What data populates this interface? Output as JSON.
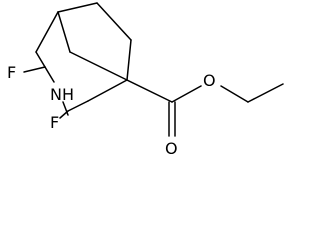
{
  "molecule": {
    "atoms": {
      "fluorine_1": "F",
      "fluorine_2": "F",
      "amine": "NH",
      "carbonyl_oxygen": "O",
      "ester_oxygen": "O"
    },
    "colors": {
      "bond": "#000000",
      "label": "#000000",
      "background": "#ffffff"
    }
  }
}
